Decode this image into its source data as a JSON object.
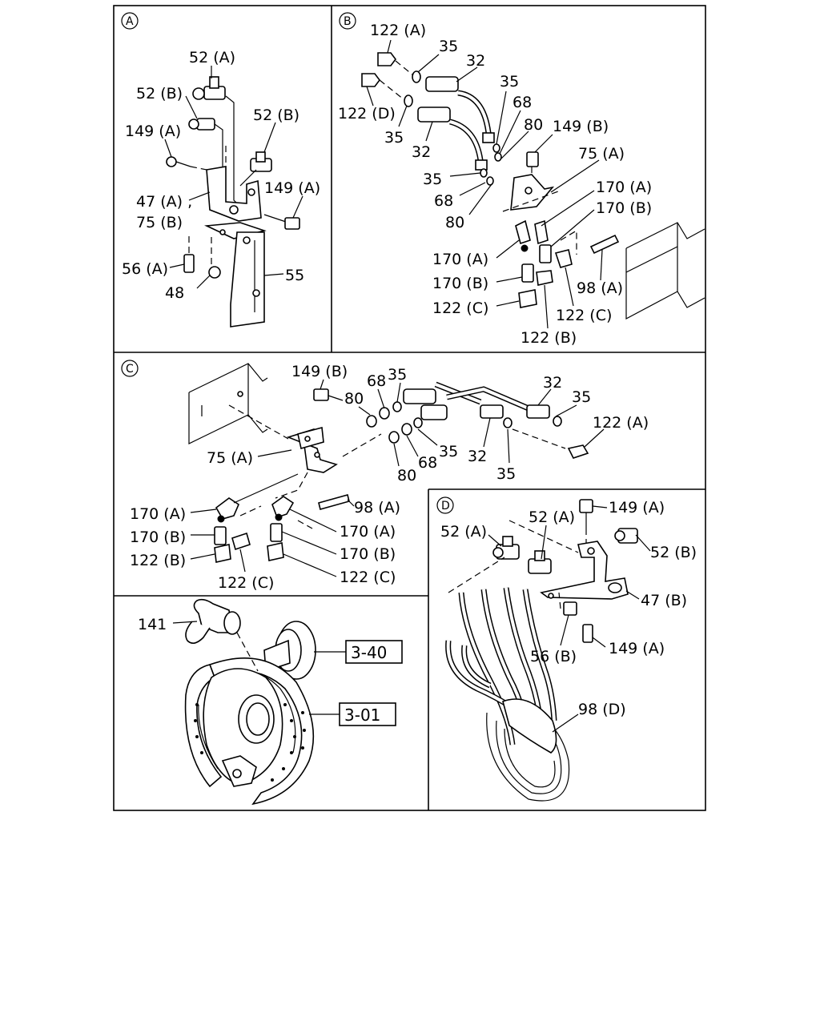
{
  "panels": {
    "A": {
      "letter": "A",
      "labels": [
        "52 (A)",
        "52 (B)",
        "52 (B)",
        "149 (A)",
        "47 (A) ,",
        "75 (B)",
        "149 (A)",
        "56 (A)",
        "48",
        "55"
      ]
    },
    "B": {
      "letter": "B",
      "labels": [
        "122 (A)",
        "35",
        "32",
        "122 (D)",
        "35",
        "32",
        "35",
        "68",
        "80",
        "149 (B)",
        "75 (A)",
        "35",
        "68",
        "80",
        "170 (A)",
        "170 (B)",
        "170 (A)",
        "170 (B)",
        "122 (C)",
        "98 (A)",
        "122 (C)",
        "122 (B)"
      ]
    },
    "C": {
      "letter": "C",
      "labels": [
        "149 (B)",
        "68",
        "35",
        "80",
        "32",
        "35",
        "122 (A)",
        "75 (A)",
        "80",
        "68",
        "35",
        "32",
        "35",
        "170 (A)",
        "98 (A)",
        "170 (B)",
        "170 (A)",
        "122 (B)",
        "170 (B)",
        "122 (C)",
        "122 (C)"
      ]
    },
    "D": {
      "letter": "D",
      "labels": [
        "52 (A)",
        "149 (A)",
        "52 (A)",
        "52 (B)",
        "47 (B)",
        "56 (B)",
        "149 (A)",
        "98 (D)"
      ]
    },
    "E": {
      "labels": [
        "141"
      ],
      "refs": [
        "3-40",
        "3-01"
      ]
    }
  }
}
